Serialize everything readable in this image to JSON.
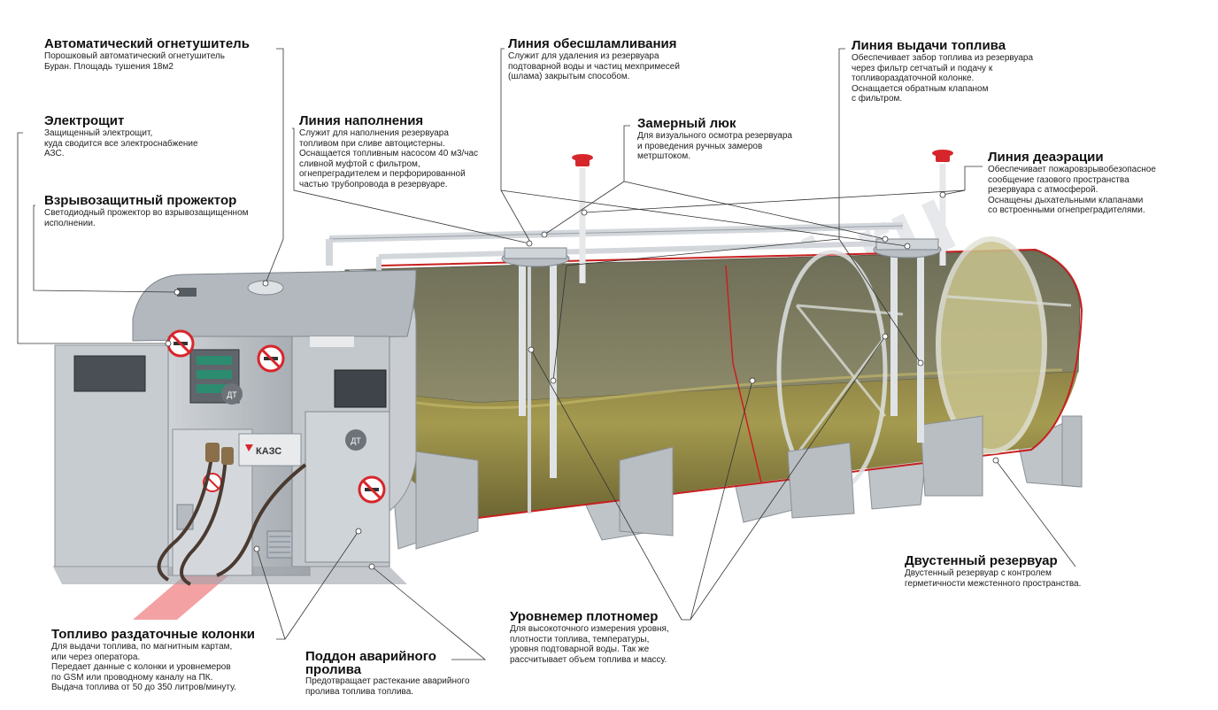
{
  "watermark": "azs-mini.ru",
  "dispenser": {
    "brand": "КАЗС",
    "fuel_tag_1": "ДТ",
    "fuel_tag_2": "ДТ"
  },
  "labels": [
    {
      "id": "extinguisher",
      "title": "Автоматический огнетушитель",
      "lines": [
        "Порошковый автоматический огнетушитель",
        "Буран. Площадь тушения 18м2"
      ]
    },
    {
      "id": "electric-panel",
      "title": "Электрощит",
      "lines": [
        "Защищенный электрощит,",
        "куда сводится все электроснабжение",
        "АЗС."
      ]
    },
    {
      "id": "floodlight",
      "title": "Взрывозащитный прожектор",
      "lines": [
        "Светодиодный прожектор во взрывозащищенном",
        "исполнении."
      ]
    },
    {
      "id": "fill-line",
      "title": "Линия наполнения",
      "lines": [
        "Служит для наполнения резервуара",
        "топливом при сливе автоцистерны.",
        "Оснащается топливным насосом 40 м3/час",
        "сливной муфтой с фильтром,",
        "огнепреградителем и перфорированной",
        "частью трубопровода в резервуаре."
      ]
    },
    {
      "id": "desludge-line",
      "title": "Линия обесшламливания",
      "lines": [
        "Служит для удаления из резервуара",
        "подтоварной воды и частиц мехпримесей",
        "(шлама) закрытым способом."
      ]
    },
    {
      "id": "measure-hatch",
      "title": "Замерный люк",
      "lines": [
        "Для визуального осмотра резервуара",
        "и проведения ручных замеров",
        "метрштоком."
      ]
    },
    {
      "id": "dispense-line",
      "title": "Линия выдачи топлива",
      "lines": [
        "Обеспечивает  забор топлива из резервуара",
        "через фильтр сетчатый и подачу к",
        "топливораздаточной колонке.",
        "Оснащается обратным клапаном",
        "с фильтром."
      ]
    },
    {
      "id": "deaeration-line",
      "title": "Линия деаэрации",
      "lines": [
        "Обеспечивает пожаровзрывобезопасное",
        "сообщение газового пространства",
        "резервуара с атмосферой.",
        "Оснащены дыхательными клапанами",
        "со встроенными огнепреградителями."
      ]
    },
    {
      "id": "double-wall-tank",
      "title": "Двустенный резервуар",
      "lines": [
        "Двустенный резервуар с контролем",
        "герметичности межстенного пространства."
      ]
    },
    {
      "id": "level-gauge",
      "title": "Уровнемер плотномер",
      "lines": [
        "Для высокоточного измерения уровня,",
        "плотности топлива, температуры,",
        "уровня подтоварной воды. Так же",
        "рассчитывает объем топлива и массу."
      ]
    },
    {
      "id": "spill-tray",
      "title": "Поддон аварийного пролива",
      "lines": [
        "Предотвращает растекание аварийного",
        "пролива топлива топлива."
      ]
    },
    {
      "id": "dispensers",
      "title": "Топливо раздаточные колонки",
      "lines": [
        "Для выдачи топлива, по магнитным картам,",
        "или через оператора.",
        "Передает данные с колонки и уровнемеров",
        "по GSM или проводному каналу на ПК.",
        "Выдача топлива от 50 до 350 литров/минуту."
      ]
    }
  ]
}
